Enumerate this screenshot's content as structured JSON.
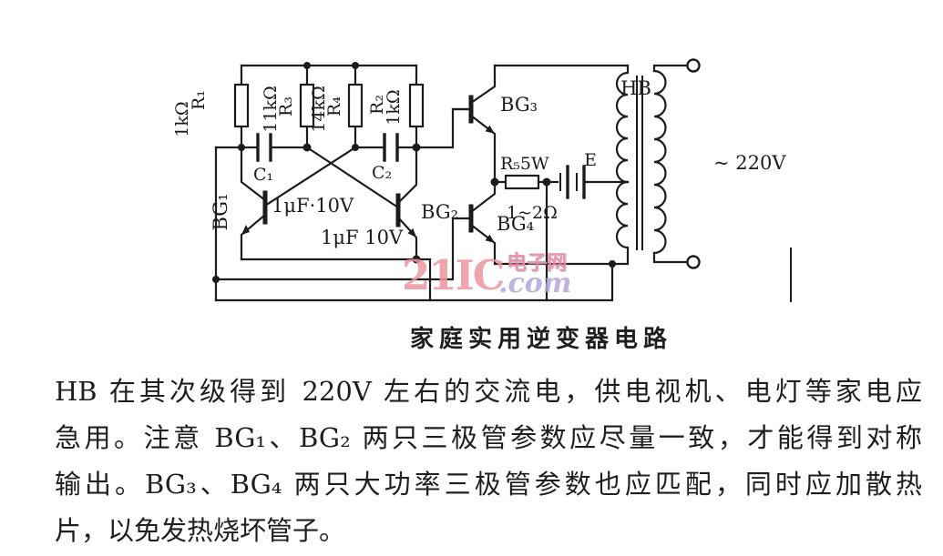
{
  "figure": {
    "caption": "家庭实用逆变器电路",
    "watermark": {
      "big": "21IC",
      "script": ".com",
      "cn": "电子网"
    },
    "labels": {
      "r1_name": "R₁",
      "r1_value": "1kΩ",
      "r3_name": "R₃",
      "r3_value": "11kΩ",
      "r4_name": "R₄",
      "r4_value": "14kΩ",
      "r2_name": "R₂",
      "r2_value": "1kΩ",
      "c1_name": "C₁",
      "c1_value": "1μF·10V",
      "c2_name": "C₂",
      "c2_value": "1μF  10V",
      "bg1": "BG₁",
      "bg2": "BG₂",
      "bg3": "BG₃",
      "bg4": "BG₄",
      "r5_name": "R₅5W",
      "r5_value": "1~2Ω",
      "battery": "E",
      "transformer": "HB",
      "output_voltage": "~ 220V"
    }
  },
  "description": {
    "lines": [
      "HB 在其次级得到 220V 左右的交流电，供电视机、电灯等家电应",
      "急用。注意 BG₁、BG₂ 两只三极管参数应尽量一致，才能得到对称",
      "输出。BG₃、BG₄ 两只大功率三极管参数也应匹配，同时应加散热",
      "片，以免发热烧坏管子。"
    ]
  }
}
